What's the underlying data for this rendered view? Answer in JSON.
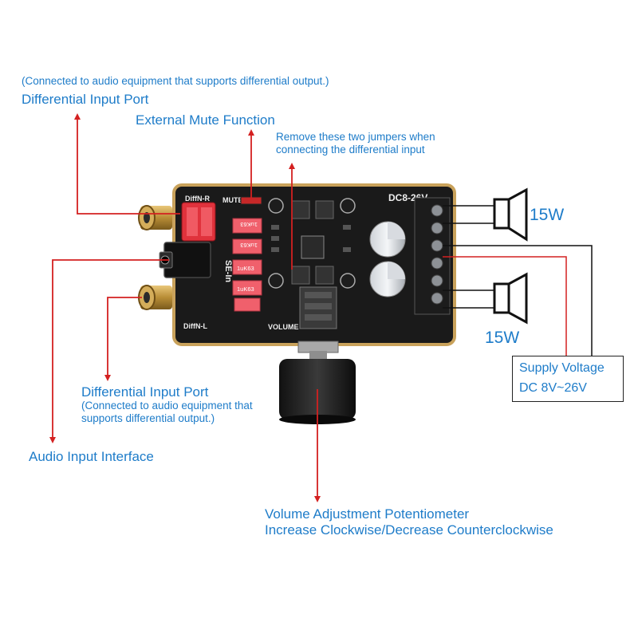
{
  "labels": {
    "diff_top_note": "(Connected to audio equipment that supports differential output.)",
    "diff_top_title": "Differential Input Port",
    "mute": "External Mute Function",
    "jumpers_line1": "Remove these two jumpers when",
    "jumpers_line2": "connecting the differential input",
    "diff_bottom_title": "Differential Input Port",
    "diff_bottom_note1": "(Connected to audio equipment that",
    "diff_bottom_note2": "supports differential output.)",
    "audio_input": "Audio Input Interface",
    "volume_line1": "Volume Adjustment Potentiometer",
    "volume_line2": "Increase Clockwise/Decrease Counterclockwise",
    "speaker_top": "15W",
    "speaker_bottom": "15W",
    "supply_line1": "Supply Voltage",
    "supply_line2": "DC 8V~26V"
  },
  "board": {
    "silk_mute": "MUTE",
    "silk_dc": "DC8-26V",
    "silk_se_in": "SE-In",
    "silk_diffn_l": "DiffN-L",
    "silk_diffn_r": "DiffN-R",
    "silk_volume": "VOLUME",
    "cap_label_1": "1uK63",
    "cap_label_2": "1uK63",
    "cap_label_3": "1uK63",
    "cap_label_4": "1uK63"
  },
  "colors": {
    "label_blue": "#1e7cc9",
    "arrow_red": "#d42020",
    "board": "#1a1a1a",
    "rca_red": "#e0323c"
  }
}
